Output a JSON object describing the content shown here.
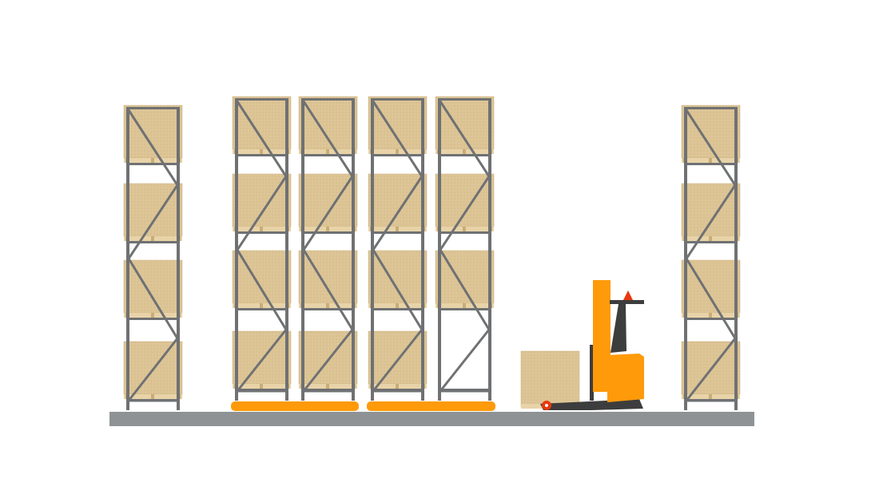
{
  "colors": {
    "background": "#ffffff",
    "floor": "#8e9294",
    "upright": "#6f7173",
    "load": "#dcc495",
    "load_edge": "#c9ad78",
    "pallet": "#e8d3a8",
    "beam_clip": "#e07a1f",
    "mobile_base": "#ff9a0a",
    "forklift_body": "#ff9a0a",
    "forklift_dark": "#3d3d3d",
    "beacon": "#e8380d"
  },
  "racks": [
    {
      "kind": "fixed",
      "loads": [
        true,
        true,
        true,
        true
      ]
    },
    {
      "kind": "mobile",
      "base_group": 0,
      "loads": [
        true,
        true,
        true,
        true
      ]
    },
    {
      "kind": "mobile",
      "base_group": 0,
      "loads": [
        true,
        true,
        true,
        true
      ]
    },
    {
      "kind": "mobile",
      "base_group": 1,
      "loads": [
        true,
        true,
        true,
        true
      ]
    },
    {
      "kind": "mobile",
      "base_group": 1,
      "loads": [
        true,
        true,
        true,
        false
      ]
    },
    {
      "kind": "fixed",
      "loads": [
        true,
        true,
        true,
        true
      ]
    }
  ],
  "forklift": {
    "type": "reach-truck",
    "carrying_load": true
  }
}
